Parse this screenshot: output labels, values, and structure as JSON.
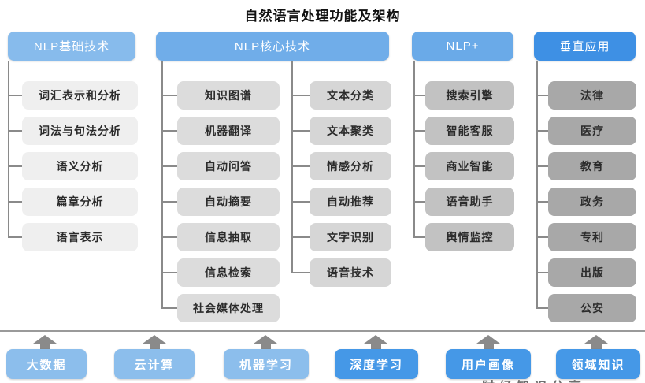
{
  "title": "自然语言处理功能及架构",
  "columns": [
    {
      "header": "NLP基础技术",
      "items": [
        "词汇表示和分析",
        "词法与句法分析",
        "语义分析",
        "篇章分析",
        "语言表示"
      ]
    },
    {
      "header": "NLP核心技术",
      "items_left": [
        "知识图谱",
        "机器翻译",
        "自动问答",
        "自动摘要",
        "信息抽取",
        "信息检索",
        "社会媒体处理"
      ],
      "items_right": [
        "文本分类",
        "文本聚类",
        "情感分析",
        "自动推荐",
        "文字识别",
        "语音技术"
      ]
    },
    {
      "header": "NLP+",
      "items": [
        "搜索引擎",
        "智能客服",
        "商业智能",
        "语音助手",
        "舆情监控"
      ]
    },
    {
      "header": "垂直应用",
      "items": [
        "法律",
        "医疗",
        "教育",
        "政务",
        "专利",
        "出版",
        "公安"
      ]
    }
  ],
  "foundation_items": [
    "大数据",
    "云计算",
    "机器学习",
    "深度学习",
    "用户画像",
    "领域知识"
  ],
  "colors": {
    "header_blue_light": "#87BBEC",
    "header_blue_mid": "#70ADE9",
    "header_blue_deep": "#3E90E4",
    "node_gray_col1": "#EFEFEF",
    "node_gray_col2_left": "#DCDCDC",
    "node_gray_col2_right": "#D6D6D6",
    "node_gray_col3": "#C2C2C2",
    "node_gray_col4": "#A8A8A8",
    "foundation_blue_light": "#8CBEEC",
    "foundation_blue_deep": "#4598E7",
    "connector_gray": "#8A8A8A"
  },
  "watermark_fragment": "财经知识分享"
}
